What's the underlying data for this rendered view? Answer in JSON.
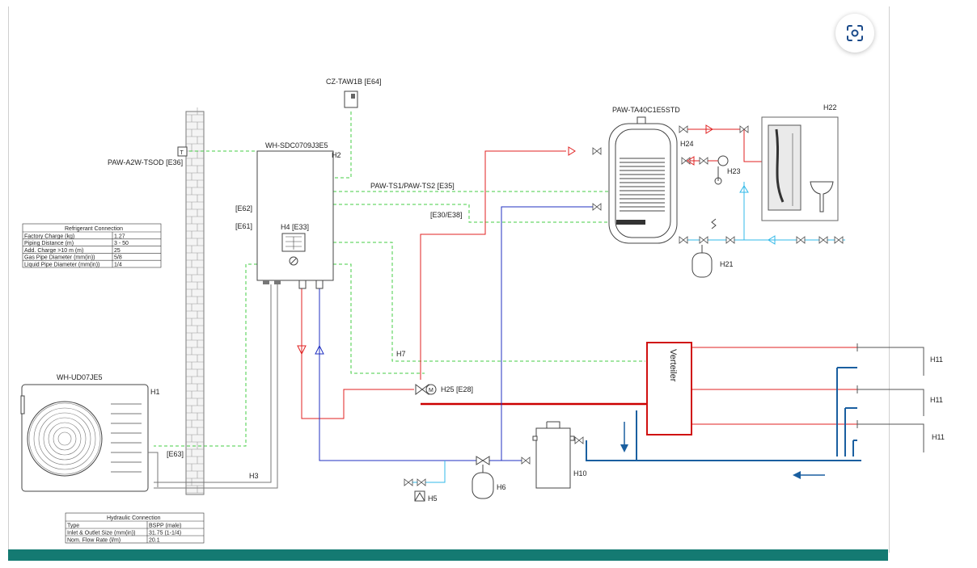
{
  "labels": {
    "controller": "CZ-TAW1B [E64]",
    "tank": "PAW-TA40C1E5STD",
    "shower": "H22",
    "sensor": "PAW-A2W-TSOD [E36]",
    "indoor_unit": "WH-SDC0709J3E5",
    "h2": "H2",
    "h24": "H24",
    "h23": "H23",
    "ts": "PAW-TS1/PAW-TS2 [E35]",
    "e62": "[E62]",
    "e30": "[E30/E38]",
    "e61": "[E61]",
    "h4": "H4 [E33]",
    "h21": "H21",
    "h7": "H7",
    "outdoor": "WH-UD07JE5",
    "h1": "H1",
    "h25": "H25 [E28]",
    "e63": "[E63]",
    "h3": "H3",
    "h6": "H6",
    "h10": "H10",
    "h5": "H5",
    "verteiler": "Verteiler",
    "h11": "H11",
    "t": "T"
  },
  "refrigerant_table": {
    "title": "Refrigerant Connection",
    "rows": [
      [
        "Factory Charge (kg)",
        "1.27"
      ],
      [
        "Piping Distance (m)",
        "3 - 50"
      ],
      [
        "Add. Charge >10 m (m)",
        "25"
      ],
      [
        "Gas Pipe Diameter (mm(in))",
        "5/8"
      ],
      [
        "Liquid Pipe Diameter (mm(in))",
        "1/4"
      ]
    ]
  },
  "hydraulic_table": {
    "title": "Hydraulic Connection",
    "rows": [
      [
        "Type",
        "BSPP (male)"
      ],
      [
        "Inlet & Outlet Size (mm(in))",
        "31.75 (1-1/4)"
      ],
      [
        "Nom. Flow Rate (l/m)",
        "20.1"
      ]
    ]
  },
  "colors": {
    "supply": "#e02020",
    "return": "#2030c0",
    "signal": "#44cc44",
    "floor": "#1a5fa0",
    "cold": "#30b8e8",
    "accent": "#147a72"
  },
  "icons": {
    "scan": "scan-icon"
  }
}
